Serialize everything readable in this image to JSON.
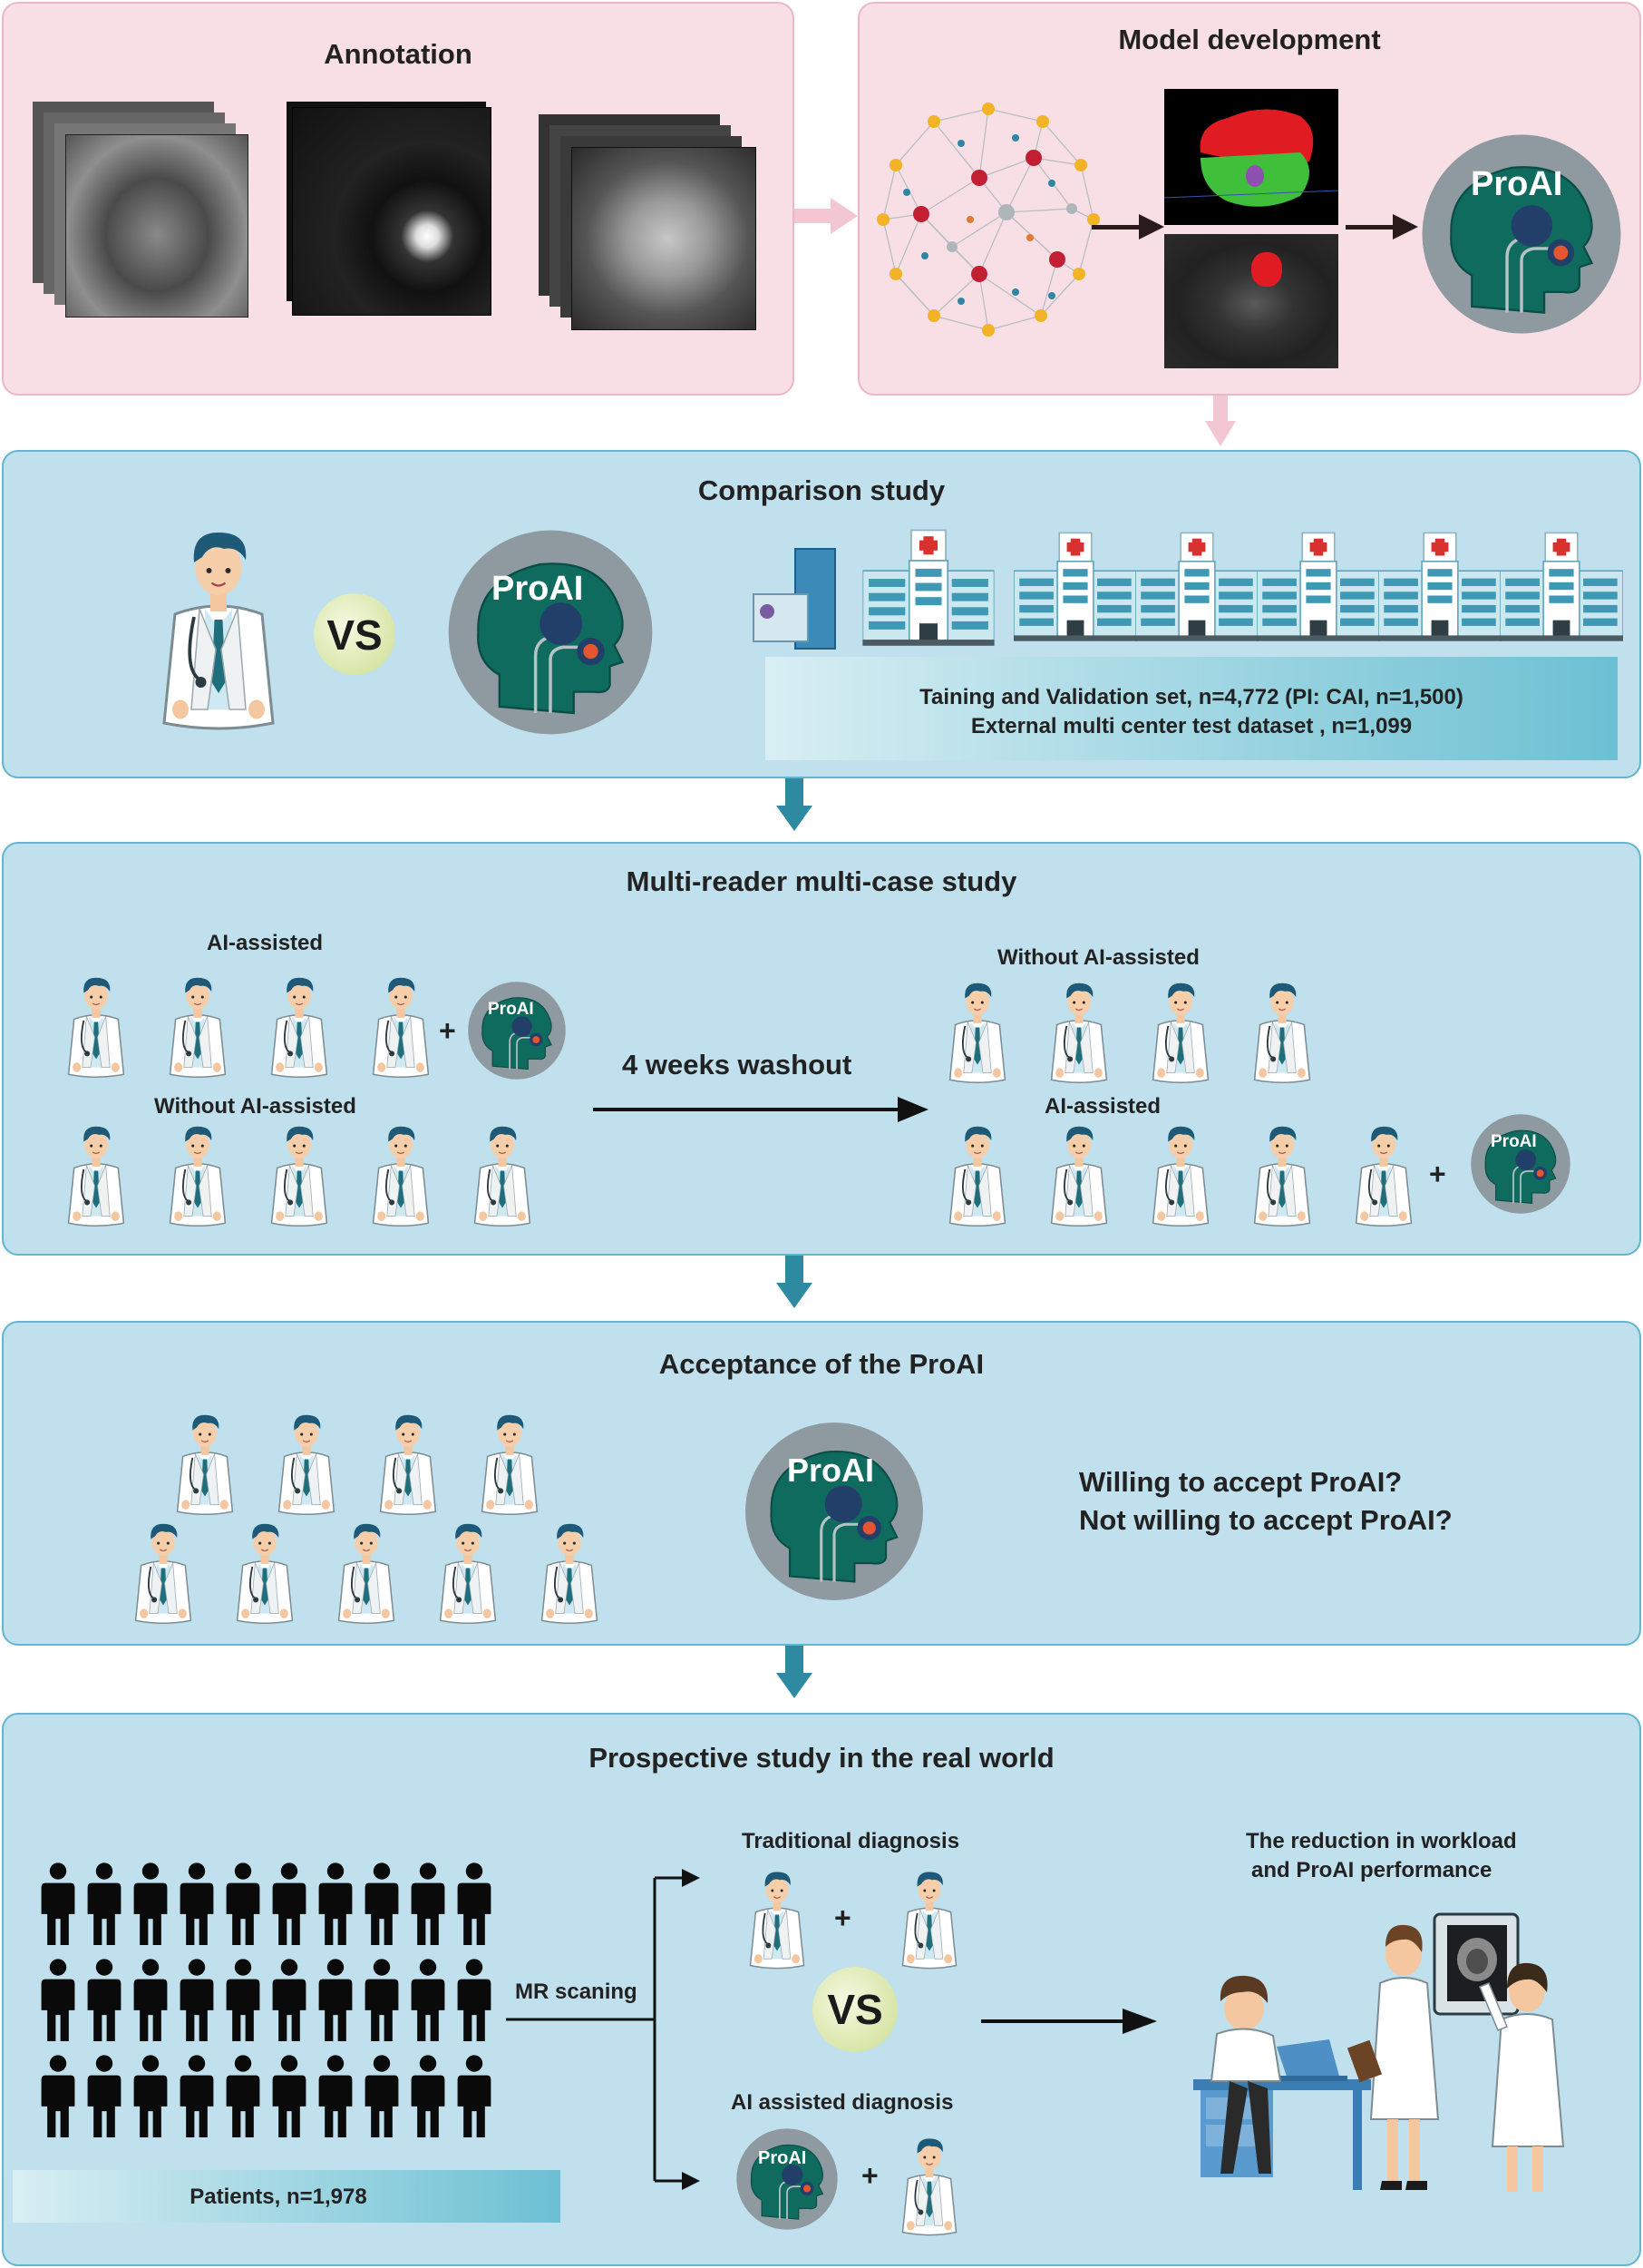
{
  "annotation": {
    "title": "Annotation"
  },
  "model_development": {
    "title": "Model  development"
  },
  "proai_label": "ProAI",
  "comparison": {
    "title": "Comparison study",
    "vs": "VS",
    "dataset_line1": "Taining and Validation set, n=4,772 (PI: CAI, n=1,500)",
    "dataset_line2": "External multi center test dataset , n=1,099"
  },
  "mrmc": {
    "title": "Multi-reader multi-case study",
    "left_ai_assisted": "AI-assisted",
    "left_without_ai": "Without AI-assisted",
    "washout": "4 weeks washout",
    "right_without_ai": "Without AI-assisted",
    "right_ai_assisted": "AI-assisted",
    "plus": "+"
  },
  "acceptance": {
    "title": "Acceptance of the ProAI",
    "q1": "Willing to accept ProAI?",
    "q2": "Not willing to accept ProAI?"
  },
  "prospective": {
    "title": "Prospective study in the real world",
    "patients": "Patients, n=1,978",
    "mr_scanning": "MR scaning",
    "traditional": "Traditional diagnosis",
    "ai_assisted": "AI assisted diagnosis",
    "vs": "VS",
    "plus": "+",
    "outcome_line1": "The reduction in workload",
    "outcome_line2": "and ProAI performance"
  },
  "colors": {
    "pink_panel": "#f7dfe5",
    "blue_panel": "#bfe0ec",
    "teal_arrow": "#2e8aa0",
    "head_green": "#0f6b5e",
    "head_circle": "#8e9aa0"
  }
}
